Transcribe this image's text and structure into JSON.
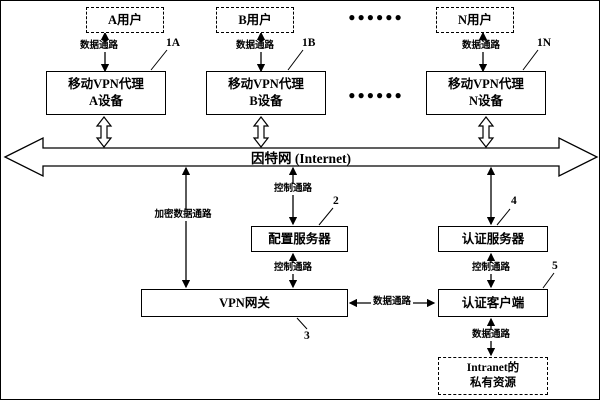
{
  "diagram": {
    "internet_label": "因特网 (Internet)",
    "ellipsis_top": "●●●●●●",
    "ellipsis_middle": "●●●●●●",
    "users": [
      {
        "label": "A用户",
        "ref": "1A"
      },
      {
        "label": "B用户",
        "ref": "1B"
      },
      {
        "label": "N用户",
        "ref": "1N"
      }
    ],
    "proxies": [
      {
        "line1": "移动VPN代理",
        "line2": "A设备"
      },
      {
        "line1": "移动VPN代理",
        "line2": "B设备"
      },
      {
        "line1": "移动VPN代理",
        "line2": "N设备"
      }
    ],
    "edge_labels": {
      "user_a_data_path": "数据通路",
      "user_b_data_path": "数据通路",
      "user_n_data_path": "数据通路",
      "encrypted_data_path": "加密数据通路",
      "internet_config_control_path": "控制通路",
      "config_gateway_control_path": "控制通路",
      "auth_server_client_control_path": "控制通路",
      "gateway_client_data_path": "数据通路",
      "client_intranet_data_path": "数据通路"
    },
    "nodes": {
      "config_server": {
        "label": "配置服务器",
        "ref": "2"
      },
      "vpn_gateway": {
        "label": "VPN网关",
        "ref": "3"
      },
      "auth_server": {
        "label": "认证服务器",
        "ref": "4"
      },
      "auth_client": {
        "label": "认证客户端",
        "ref": "5"
      },
      "intranet": {
        "line1": "Intranet的",
        "line2": "私有资源"
      }
    }
  }
}
